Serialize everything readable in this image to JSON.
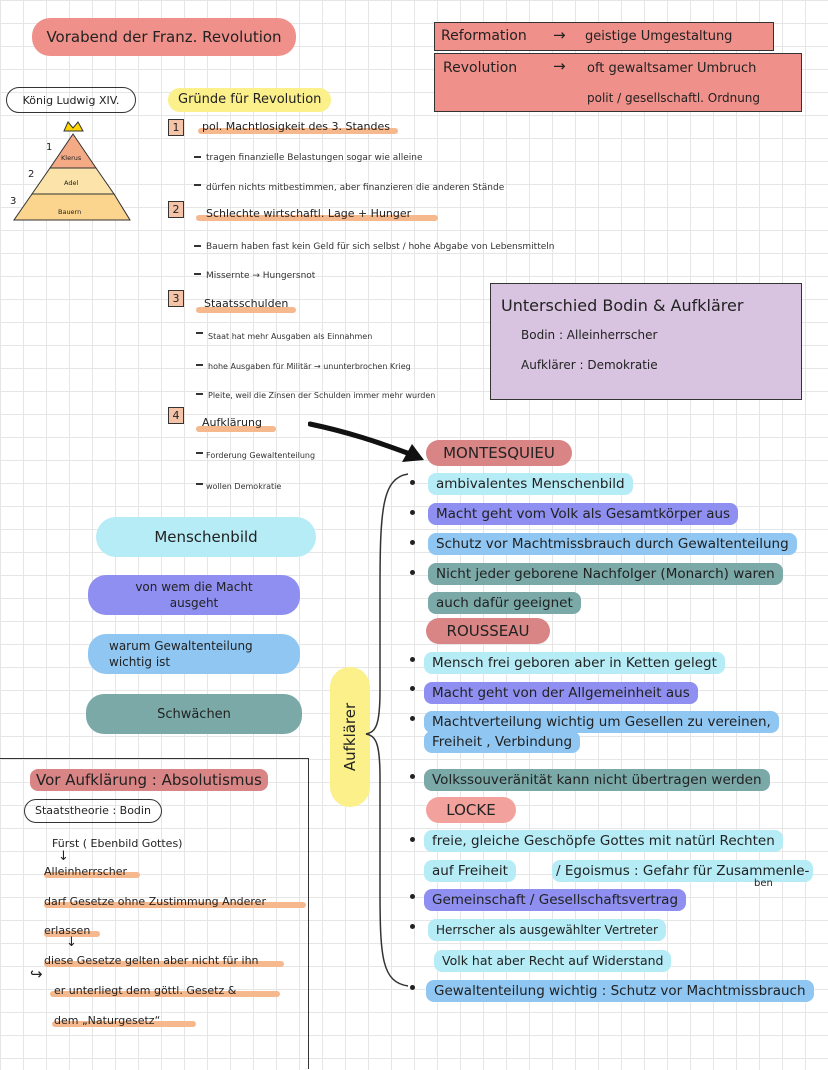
{
  "title": "Vorabend der Franz. Revolution",
  "definitions": [
    {
      "term": "Reformation",
      "arrow": "→",
      "meaning": "geistige Umgestaltung"
    },
    {
      "term": "Revolution",
      "arrow": "→",
      "meaning": "oft gewaltsamer Umbruch",
      "meaning2": "polit / gesellschaftl. Ordnung"
    }
  ],
  "king": {
    "label": "König Ludwig XIV.",
    "pyramid": [
      {
        "num": "1",
        "label": "Klerus"
      },
      {
        "num": "2",
        "label": "Adel"
      },
      {
        "num": "3",
        "label": "Bauern"
      }
    ]
  },
  "reasons": {
    "header": "Gründe für Revolution",
    "items": [
      {
        "num": "1",
        "title": "pol. Machtlosigkeit des 3. Standes",
        "points": [
          "tragen finanzielle Belastungen sogar wie alleine",
          "dürfen nichts mitbestimmen, aber finanzieren die anderen Stände"
        ]
      },
      {
        "num": "2",
        "title": "Schlechte wirtschaftl. Lage + Hunger",
        "points": [
          "Bauern haben fast kein Geld für sich selbst / hohe Abgabe von Lebensmitteln",
          "Missernte → Hungersnot"
        ]
      },
      {
        "num": "3",
        "title": "Staatsschulden",
        "points": [
          "Staat hat mehr Ausgaben als Einnahmen",
          "hohe Ausgaben für Militär → ununterbrochen Krieg",
          "Pleite, weil die Zinsen der Schulden immer mehr wurden"
        ]
      },
      {
        "num": "4",
        "title": "Aufklärung",
        "points": [
          "Forderung Gewaltenteilung",
          "wollen Demokratie"
        ]
      }
    ]
  },
  "difference": {
    "title": "Unterschied Bodin & Aufklärer",
    "rows": [
      "Bodin  :  Alleinherrscher",
      "Aufklärer  :  Demokratie"
    ]
  },
  "legend": {
    "menschenbild": "Menschenbild",
    "macht": "von wem die Macht ausgeht",
    "gewalten": "warum Gewaltenteilung wichtig ist",
    "schwaechen": "Schwächen"
  },
  "aufklaerer_label": "Aufklärer",
  "montesquieu": {
    "name": "MONTESQUIEU",
    "items": [
      "ambivalentes Menschenbild",
      "Macht geht vom Volk als Gesamtkörper aus",
      "Schutz vor Machtmissbrauch durch Gewaltenteilung",
      "Nicht jeder geborene Nachfolger (Monarch) waren",
      "auch dafür geeignet"
    ]
  },
  "rousseau": {
    "name": "ROUSSEAU",
    "items": [
      "Mensch frei geboren aber in Ketten gelegt",
      "Macht geht von der Allgemeinheit aus",
      "Machtverteilung wichtig um Gesellen zu vereinen,",
      "Freiheit , Verbindung",
      "Volkssouveränität kann nicht übertragen werden"
    ]
  },
  "locke": {
    "name": "LOCKE",
    "items": [
      "freie, gleiche Geschöpfe Gottes mit natürl Rechten",
      "auf Freiheit",
      "/ Egoismus : Gefahr für Zusammenle-",
      "ben",
      "Gemeinschaft / Gesellschaftsvertrag",
      "Herrscher als ausgewählter Vertreter",
      "Volk hat aber Recht auf Widerstand",
      "Gewaltenteilung wichtig : Schutz vor Machtmissbrauch"
    ]
  },
  "absolutismus": {
    "title": "Vor Aufklärung : Absolutismus",
    "subtitle": "Staatstheorie : Bodin",
    "lines": [
      "Fürst ( Ebenbild Gottes)",
      "Alleinherrscher",
      "darf Gesetze ohne Zustimmung Anderer",
      "erlassen",
      "diese Gesetze gelten aber nicht für ihn",
      "er unterliegt dem göttl. Gesetz &",
      "dem „Naturgesetz“"
    ]
  },
  "colors": {
    "red": "#f0908a",
    "pink": "#f3a19c",
    "purple": "#d8c4e0",
    "yellow": "#fbf08a",
    "orange": "#f6b98e",
    "cyan": "#b6ecf6",
    "violet": "#8e8ff0",
    "blue": "#8fc6f2",
    "teal": "#7aa9a8",
    "rose": "#d98585"
  }
}
